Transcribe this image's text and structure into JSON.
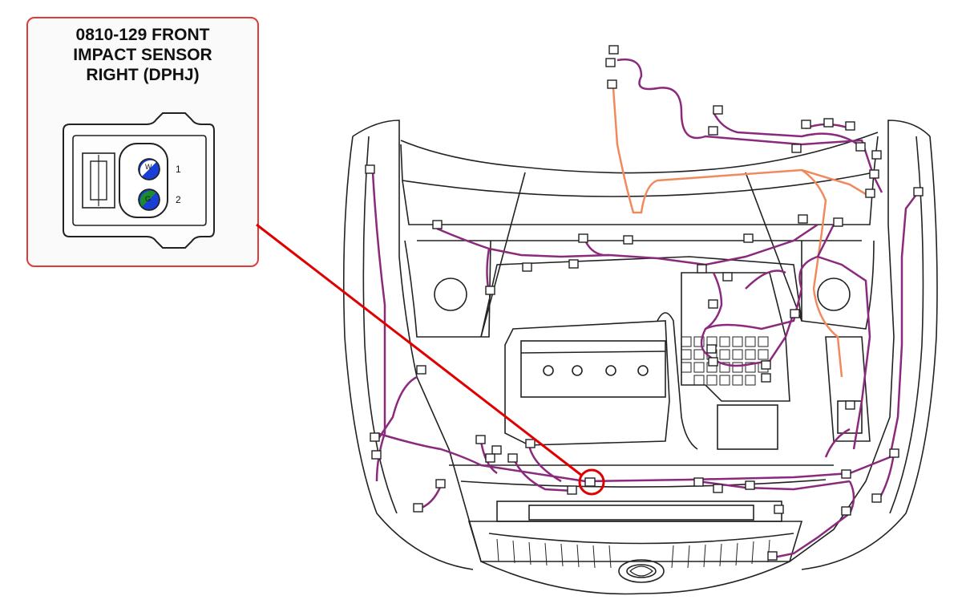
{
  "callout": {
    "title_line1": "0810-129 FRONT",
    "title_line2": "IMPACT SENSOR",
    "title_line3": "RIGHT (DPHJ)",
    "pins": [
      {
        "number": "1",
        "wire_color_letter": "W"
      },
      {
        "number": "2",
        "wire_color_letter": "G"
      }
    ]
  },
  "colors": {
    "callout_border": "#e03a3a",
    "leader_line": "#e00000",
    "harness_main": "#8b2a7d",
    "harness_secondary": "#f08a5d",
    "outline": "#222222",
    "pin_blue": "#1a3fd6",
    "pin_green": "#1e8a2e"
  },
  "icons": {
    "connector_face": "connector-icon",
    "highlight_marker": "circle-highlight-icon",
    "brand_emblem": "emblem-icon"
  }
}
